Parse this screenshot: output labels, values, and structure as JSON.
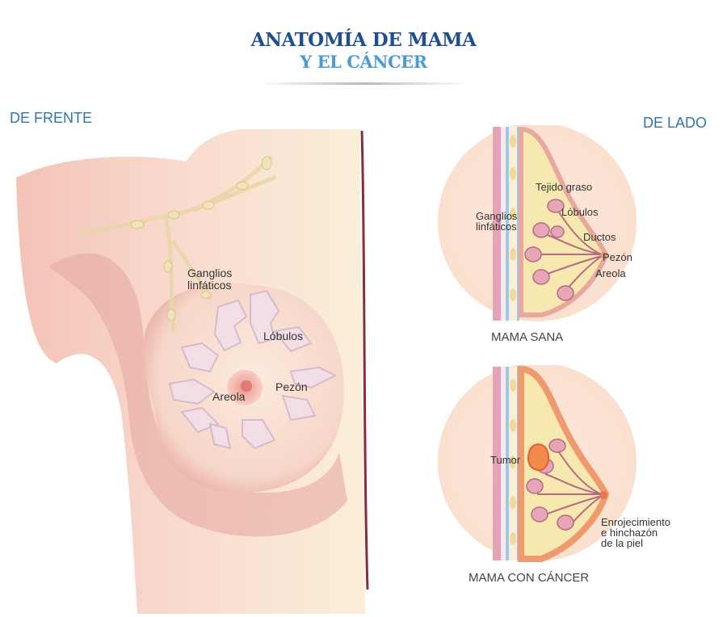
{
  "header": {
    "title_line1": "ANATOMÍA DE MAMA",
    "title_line2": "Y EL CÁNCER"
  },
  "front_view": {
    "section_label": "DE FRENTE",
    "labels": {
      "lymph_nodes_line1": "Ganglios",
      "lymph_nodes_line2": "linfáticos",
      "lobules": "Lóbulos",
      "nipple": "Pezón",
      "areola": "Areola"
    }
  },
  "side_view": {
    "section_label": "DE LADO",
    "healthy": {
      "caption": "MAMA SANA",
      "labels": {
        "fatty_tissue": "Tejido graso",
        "lymph_nodes_line1": "Ganglios",
        "lymph_nodes_line2": "linfáticos",
        "lobules": "Lóbulos",
        "ducts": "Ductos",
        "nipple": "Pezón",
        "areola": "Areola"
      }
    },
    "cancer": {
      "caption": "MAMA CON CÁNCER",
      "labels": {
        "tumor": "Tumor",
        "redness_line1": "Enrojecimiento",
        "redness_line2": "e hinchazón",
        "redness_line3": "de la piel"
      }
    }
  },
  "colors": {
    "title_dark_blue": "#1d4f91",
    "title_light_blue": "#4d9bd4",
    "section_label_blue": "#2f73b3",
    "skin": "#f6d3c6",
    "skin_shadow": "#e2a8a0",
    "circle_bg": "#fde6d8",
    "fat_yellow": "#f7e7a8",
    "lobule_pink": "#d88aa0",
    "tumor_orange": "#f08a50",
    "chest_line": "#8a2a3c"
  }
}
